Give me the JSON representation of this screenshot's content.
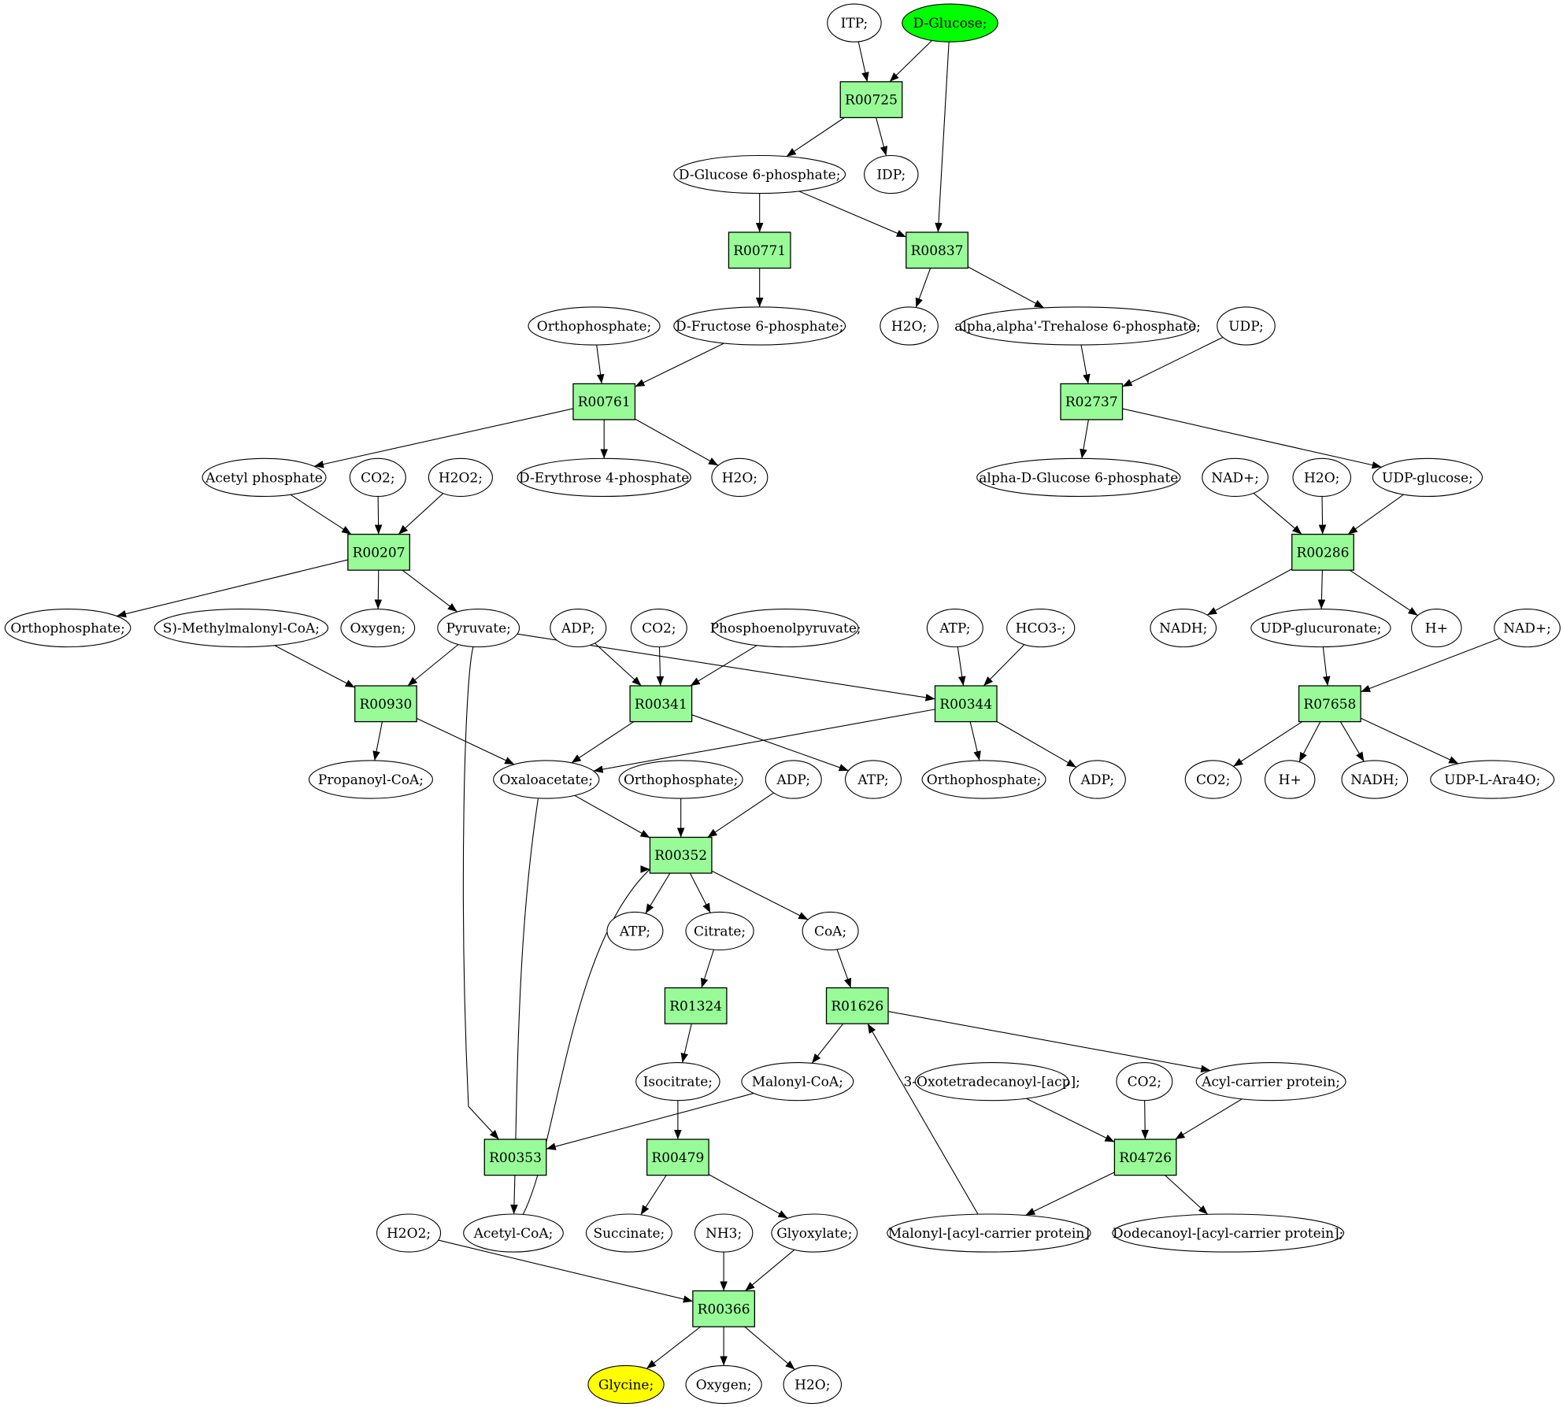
{
  "title": "Metabolic pathway graph: D-Glucose to Glycine",
  "colors": {
    "reaction_fill": "#98fb98",
    "compound_fill": "#ffffff",
    "start_fill": "#00ff00",
    "end_fill": "#ffff00",
    "stroke": "#000000"
  },
  "reactions": [
    {
      "id": "R00725",
      "label": "R00725"
    },
    {
      "id": "R00771",
      "label": "R00771"
    },
    {
      "id": "R00837",
      "label": "R00837"
    },
    {
      "id": "R00761",
      "label": "R00761"
    },
    {
      "id": "R02737",
      "label": "R02737"
    },
    {
      "id": "R00207",
      "label": "R00207"
    },
    {
      "id": "R00286",
      "label": "R00286"
    },
    {
      "id": "R00930",
      "label": "R00930"
    },
    {
      "id": "R00341",
      "label": "R00341"
    },
    {
      "id": "R00344",
      "label": "R00344"
    },
    {
      "id": "R07658",
      "label": "R07658"
    },
    {
      "id": "R00352",
      "label": "R00352"
    },
    {
      "id": "R01324",
      "label": "R01324"
    },
    {
      "id": "R01626",
      "label": "R01626"
    },
    {
      "id": "R00353",
      "label": "R00353"
    },
    {
      "id": "R00479",
      "label": "R00479"
    },
    {
      "id": "R04726",
      "label": "R04726"
    },
    {
      "id": "R00366",
      "label": "R00366"
    }
  ],
  "compounds": [
    {
      "id": "c_itp",
      "label": "ITP;",
      "role": "normal"
    },
    {
      "id": "c_glucose",
      "label": "D-Glucose;",
      "role": "start"
    },
    {
      "id": "c_g6p",
      "label": "D-Glucose 6-phosphate;",
      "role": "normal"
    },
    {
      "id": "c_idp",
      "label": "IDP;",
      "role": "normal"
    },
    {
      "id": "c_pi1",
      "label": "Orthophosphate;",
      "role": "normal"
    },
    {
      "id": "c_f6p",
      "label": "D-Fructose 6-phosphate;",
      "role": "normal"
    },
    {
      "id": "c_h2o1",
      "label": "H2O;",
      "role": "normal"
    },
    {
      "id": "c_tre6p",
      "label": "alpha,alpha'-Trehalose 6-phosphate;",
      "role": "normal"
    },
    {
      "id": "c_udp",
      "label": "UDP;",
      "role": "normal"
    },
    {
      "id": "c_acp",
      "label": "Acetyl phosphate",
      "role": "normal"
    },
    {
      "id": "c_co2a",
      "label": "CO2;",
      "role": "normal"
    },
    {
      "id": "c_h2o2a",
      "label": "H2O2;",
      "role": "normal"
    },
    {
      "id": "c_e4p",
      "label": "D-Erythrose 4-phosphate",
      "role": "normal"
    },
    {
      "id": "c_h2o2",
      "label": "H2O;",
      "role": "normal"
    },
    {
      "id": "c_ag6p",
      "label": "alpha-D-Glucose 6-phosphate",
      "role": "normal"
    },
    {
      "id": "c_nad1",
      "label": "NAD+;",
      "role": "normal"
    },
    {
      "id": "c_h2o3",
      "label": "H2O;",
      "role": "normal"
    },
    {
      "id": "c_udpglc",
      "label": "UDP-glucose;",
      "role": "normal"
    },
    {
      "id": "c_pi2",
      "label": "Orthophosphate;",
      "role": "normal"
    },
    {
      "id": "c_mmcoa",
      "label": "S)-Methylmalonyl-CoA;",
      "role": "normal"
    },
    {
      "id": "c_o2a",
      "label": "Oxygen;",
      "role": "normal"
    },
    {
      "id": "c_pyr",
      "label": "Pyruvate;",
      "role": "normal"
    },
    {
      "id": "c_adp1",
      "label": "ADP;",
      "role": "normal"
    },
    {
      "id": "c_co2b",
      "label": "CO2;",
      "role": "normal"
    },
    {
      "id": "c_pep",
      "label": "Phosphoenolpyruvate;",
      "role": "normal"
    },
    {
      "id": "c_atp1",
      "label": "ATP;",
      "role": "normal"
    },
    {
      "id": "c_hco3",
      "label": "HCO3-;",
      "role": "normal"
    },
    {
      "id": "c_nadh1",
      "label": "NADH;",
      "role": "normal"
    },
    {
      "id": "c_udpglcA",
      "label": "UDP-glucuronate;",
      "role": "normal"
    },
    {
      "id": "c_h1",
      "label": "H+",
      "role": "normal"
    },
    {
      "id": "c_nad2",
      "label": "NAD+;",
      "role": "normal"
    },
    {
      "id": "c_propcoa",
      "label": "Propanoyl-CoA;",
      "role": "normal"
    },
    {
      "id": "c_oaa",
      "label": "Oxaloacetate;",
      "role": "normal"
    },
    {
      "id": "c_pi3",
      "label": "Orthophosphate;",
      "role": "normal"
    },
    {
      "id": "c_adp2",
      "label": "ADP;",
      "role": "normal"
    },
    {
      "id": "c_atp2",
      "label": "ATP;",
      "role": "normal"
    },
    {
      "id": "c_pi4",
      "label": "Orthophosphate;",
      "role": "normal"
    },
    {
      "id": "c_adp3",
      "label": "ADP;",
      "role": "normal"
    },
    {
      "id": "c_co2c",
      "label": "CO2;",
      "role": "normal"
    },
    {
      "id": "c_h2",
      "label": "H+",
      "role": "normal"
    },
    {
      "id": "c_nadh2",
      "label": "NADH;",
      "role": "normal"
    },
    {
      "id": "c_udpara",
      "label": "UDP-L-Ara4O;",
      "role": "normal"
    },
    {
      "id": "c_atp3",
      "label": "ATP;",
      "role": "normal"
    },
    {
      "id": "c_cit",
      "label": "Citrate;",
      "role": "normal"
    },
    {
      "id": "c_coa",
      "label": "CoA;",
      "role": "normal"
    },
    {
      "id": "c_icit",
      "label": "Isocitrate;",
      "role": "normal"
    },
    {
      "id": "c_malcoa",
      "label": "Malonyl-CoA;",
      "role": "normal"
    },
    {
      "id": "c_oxotd",
      "label": "3-Oxotetradecanoyl-[acp];",
      "role": "normal"
    },
    {
      "id": "c_co2d",
      "label": "CO2;",
      "role": "normal"
    },
    {
      "id": "c_acylcp",
      "label": "Acyl-carrier protein;",
      "role": "normal"
    },
    {
      "id": "c_h2o2b",
      "label": "H2O2;",
      "role": "normal"
    },
    {
      "id": "c_accoa",
      "label": "Acetyl-CoA;",
      "role": "normal"
    },
    {
      "id": "c_succ",
      "label": "Succinate;",
      "role": "normal"
    },
    {
      "id": "c_nh3",
      "label": "NH3;",
      "role": "normal"
    },
    {
      "id": "c_glx",
      "label": "Glyoxylate;",
      "role": "normal"
    },
    {
      "id": "c_malacp",
      "label": "Malonyl-[acyl-carrier protein]",
      "role": "normal"
    },
    {
      "id": "c_dodacp",
      "label": "Dodecanoyl-[acyl-carrier protein];",
      "role": "normal"
    },
    {
      "id": "c_gly",
      "label": "Glycine;",
      "role": "end"
    },
    {
      "id": "c_o2b",
      "label": "Oxygen;",
      "role": "normal"
    },
    {
      "id": "c_h2o4",
      "label": "H2O;",
      "role": "normal"
    }
  ],
  "edges": [
    [
      "c_itp",
      "R00725"
    ],
    [
      "c_glucose",
      "R00725"
    ],
    [
      "c_glucose",
      "R00837"
    ],
    [
      "R00725",
      "c_g6p"
    ],
    [
      "R00725",
      "c_idp"
    ],
    [
      "c_g6p",
      "R00771"
    ],
    [
      "c_g6p",
      "R00837"
    ],
    [
      "R00771",
      "c_f6p"
    ],
    [
      "R00837",
      "c_h2o1"
    ],
    [
      "R00837",
      "c_tre6p"
    ],
    [
      "c_pi1",
      "R00761"
    ],
    [
      "c_f6p",
      "R00761"
    ],
    [
      "c_tre6p",
      "R02737"
    ],
    [
      "c_udp",
      "R02737"
    ],
    [
      "R00761",
      "c_acp"
    ],
    [
      "R00761",
      "c_e4p"
    ],
    [
      "R00761",
      "c_h2o2"
    ],
    [
      "R02737",
      "c_ag6p"
    ],
    [
      "R02737",
      "c_udpglc"
    ],
    [
      "c_acp",
      "R00207"
    ],
    [
      "c_co2a",
      "R00207"
    ],
    [
      "c_h2o2a",
      "R00207"
    ],
    [
      "c_nad1",
      "R00286"
    ],
    [
      "c_h2o3",
      "R00286"
    ],
    [
      "c_udpglc",
      "R00286"
    ],
    [
      "R00207",
      "c_pi2"
    ],
    [
      "R00207",
      "c_o2a"
    ],
    [
      "R00207",
      "c_pyr"
    ],
    [
      "R00286",
      "c_nadh1"
    ],
    [
      "R00286",
      "c_udpglcA"
    ],
    [
      "R00286",
      "c_h1"
    ],
    [
      "c_mmcoa",
      "R00930"
    ],
    [
      "c_pyr",
      "R00930"
    ],
    [
      "c_pyr",
      "R00344"
    ],
    [
      "c_pyr",
      "R00353"
    ],
    [
      "c_adp1",
      "R00341"
    ],
    [
      "c_co2b",
      "R00341"
    ],
    [
      "c_pep",
      "R00341"
    ],
    [
      "c_atp1",
      "R00344"
    ],
    [
      "c_hco3",
      "R00344"
    ],
    [
      "c_udpglcA",
      "R07658"
    ],
    [
      "c_nad2",
      "R07658"
    ],
    [
      "R00930",
      "c_propcoa"
    ],
    [
      "R00930",
      "c_oaa"
    ],
    [
      "R00341",
      "c_oaa"
    ],
    [
      "R00341",
      "c_atp2"
    ],
    [
      "R00344",
      "c_oaa"
    ],
    [
      "R00344",
      "c_pi4"
    ],
    [
      "R00344",
      "c_adp3"
    ],
    [
      "R07658",
      "c_co2c"
    ],
    [
      "R07658",
      "c_h2"
    ],
    [
      "R07658",
      "c_nadh2"
    ],
    [
      "R07658",
      "c_udpara"
    ],
    [
      "c_oaa",
      "R00352"
    ],
    [
      "c_pi3",
      "R00352"
    ],
    [
      "c_adp2",
      "R00352"
    ],
    [
      "c_accoa",
      "R00352"
    ],
    [
      "R00352",
      "c_atp3"
    ],
    [
      "R00352",
      "c_cit"
    ],
    [
      "R00352",
      "c_coa"
    ],
    [
      "c_cit",
      "R01324"
    ],
    [
      "c_coa",
      "R01626"
    ],
    [
      "c_malacp",
      "R01626"
    ],
    [
      "R01324",
      "c_icit"
    ],
    [
      "R01626",
      "c_malcoa"
    ],
    [
      "R01626",
      "c_acylcp"
    ],
    [
      "c_oxotd",
      "R04726"
    ],
    [
      "c_co2d",
      "R04726"
    ],
    [
      "c_acylcp",
      "R04726"
    ],
    [
      "c_malcoa",
      "R00353"
    ],
    [
      "c_icit",
      "R00479"
    ],
    [
      "R00353",
      "c_accoa"
    ],
    [
      "R00353",
      "c_oaa"
    ],
    [
      "R00479",
      "c_succ"
    ],
    [
      "R00479",
      "c_glx"
    ],
    [
      "R04726",
      "c_malacp"
    ],
    [
      "R04726",
      "c_dodacp"
    ],
    [
      "c_h2o2b",
      "R00366"
    ],
    [
      "c_nh3",
      "R00366"
    ],
    [
      "c_glx",
      "R00366"
    ],
    [
      "R00366",
      "c_gly"
    ],
    [
      "R00366",
      "c_o2b"
    ],
    [
      "R00366",
      "c_h2o4"
    ]
  ]
}
